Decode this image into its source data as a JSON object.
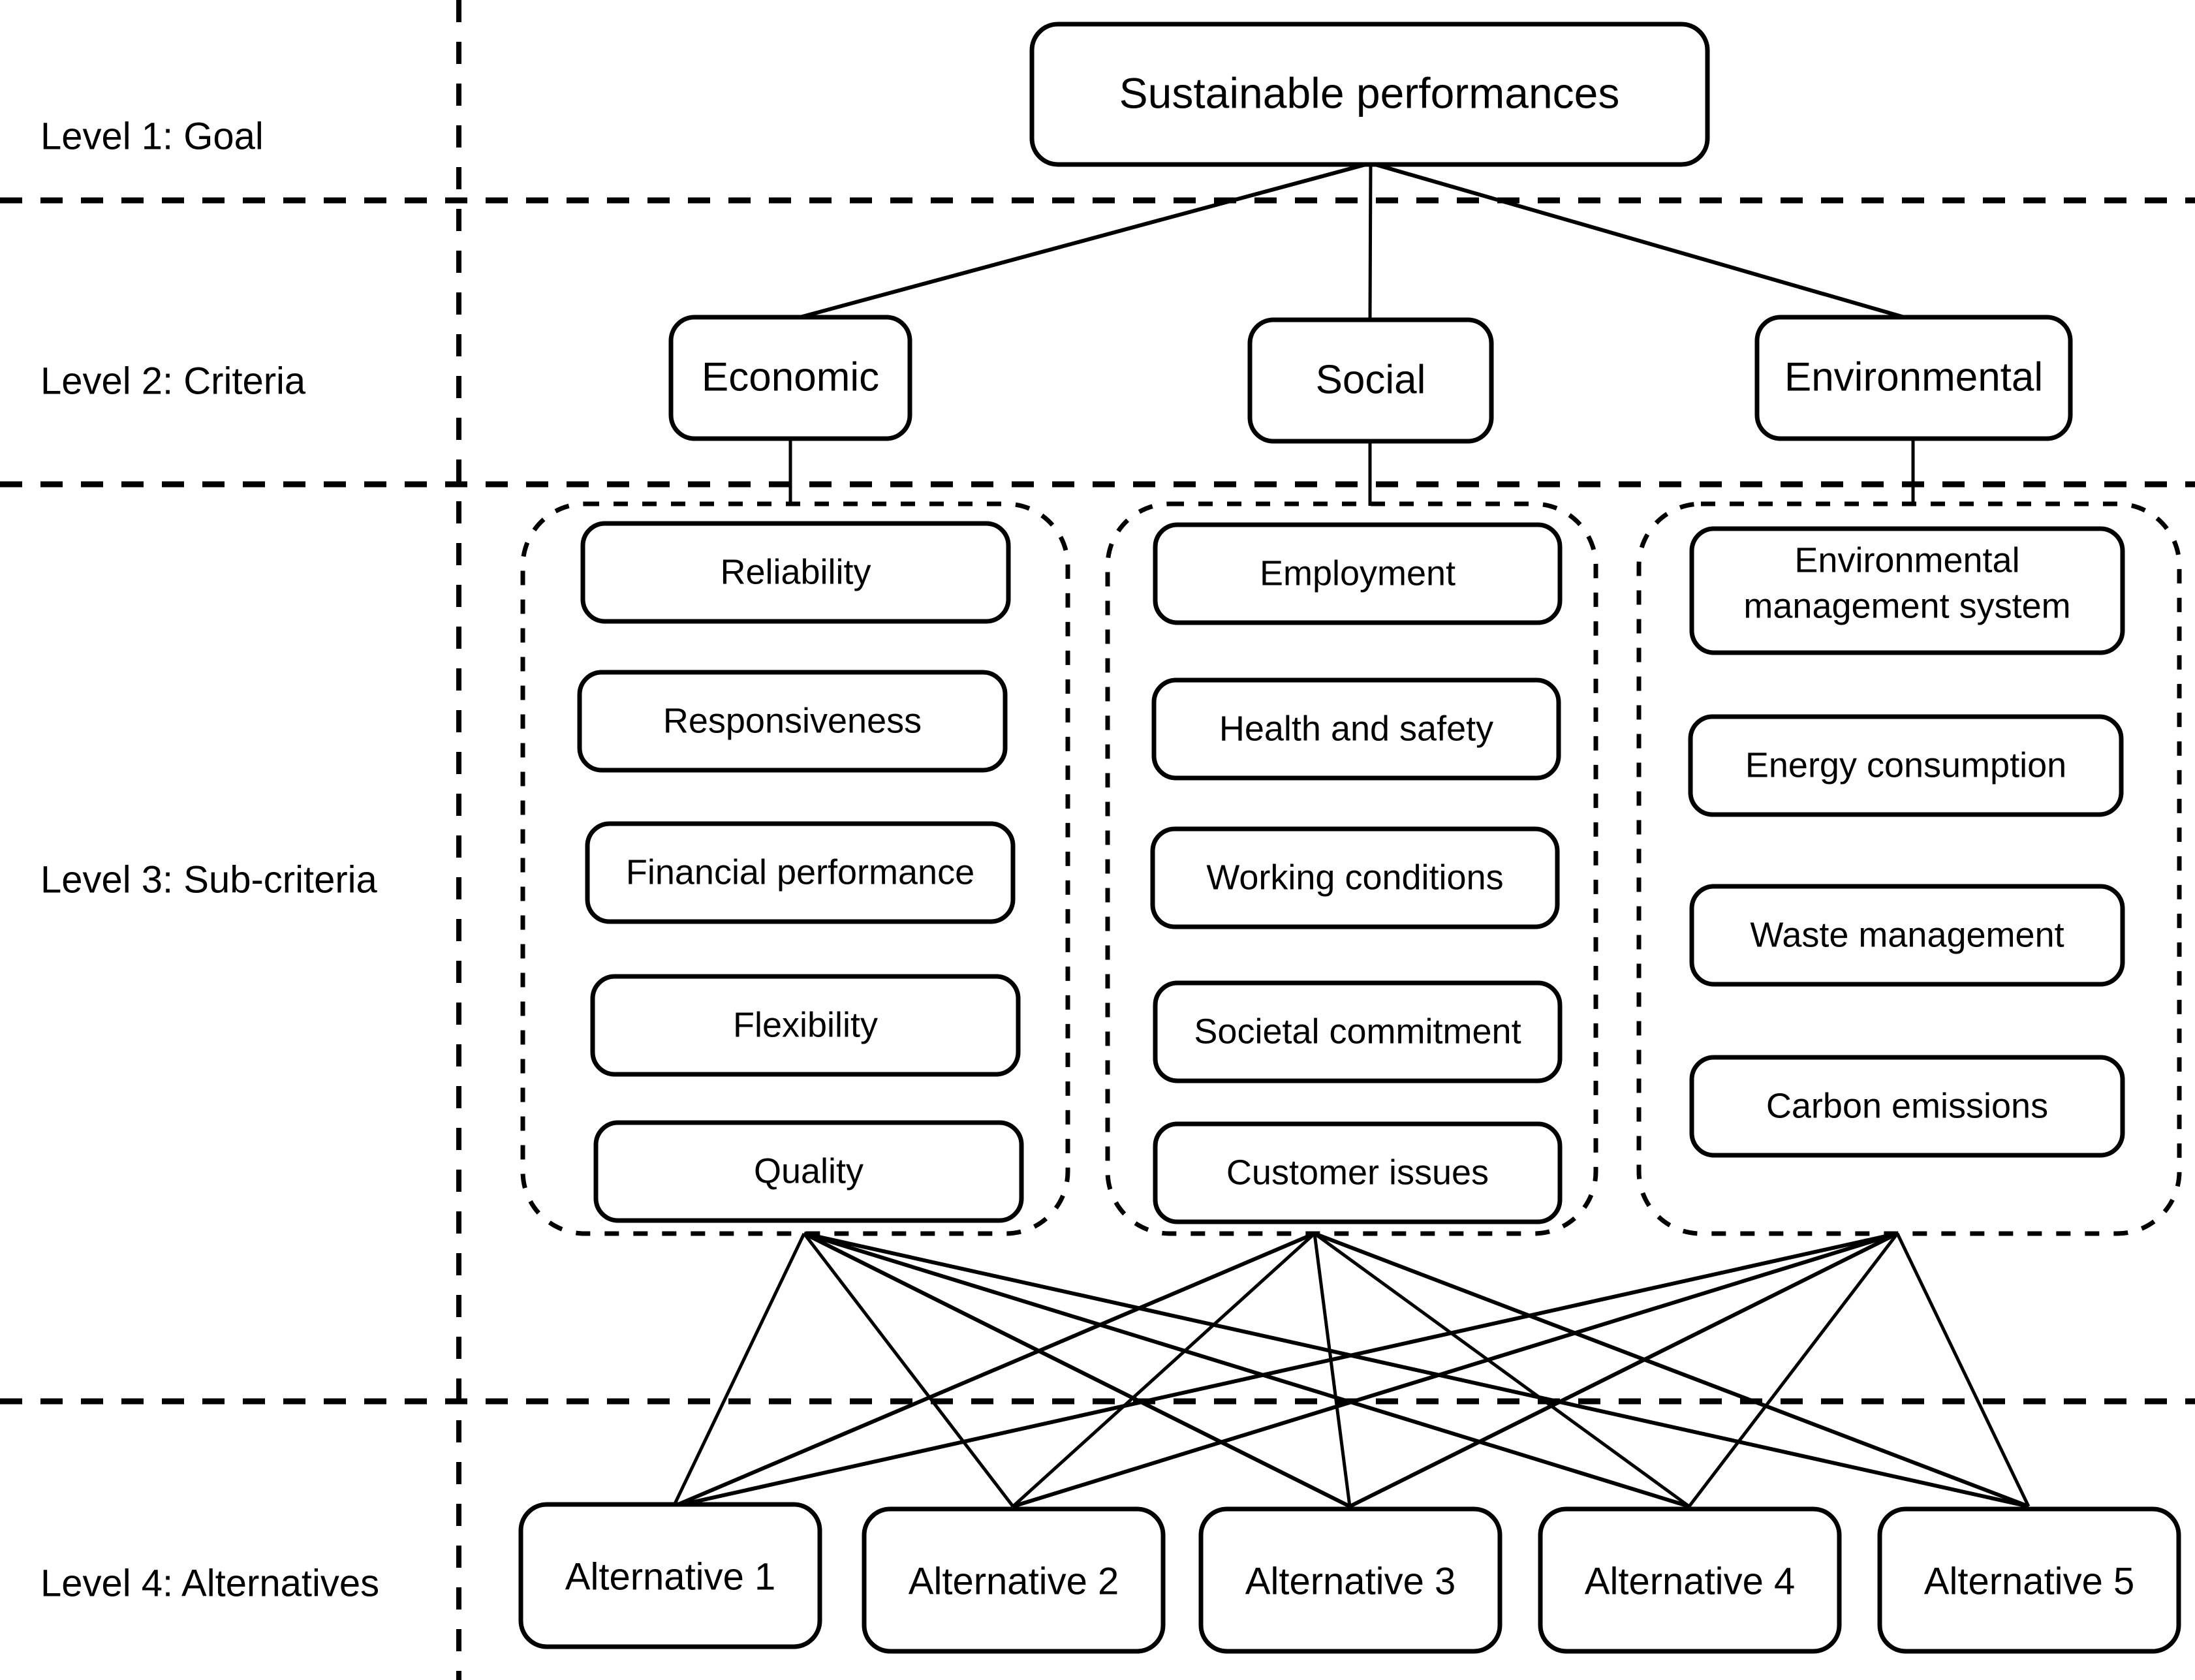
{
  "diagram": {
    "title_text": "Sustainable performances",
    "levels": [
      {
        "id": "level-1",
        "label": "Level 1: Goal"
      },
      {
        "id": "level-2",
        "label": "Level 2: Criteria"
      },
      {
        "id": "level-3",
        "label": "Level 3: Sub-criteria"
      },
      {
        "id": "level-4",
        "label": "Level 4: Alternatives"
      }
    ],
    "goal": {
      "label": "Sustainable performances"
    },
    "criteria": [
      {
        "id": "criterion-economic",
        "label": "Economic"
      },
      {
        "id": "criterion-social",
        "label": "Social"
      },
      {
        "id": "criterion-environmental",
        "label": "Environmental"
      }
    ],
    "subcriteria_groups": [
      {
        "id": "group-economic",
        "parent": "Economic",
        "items": [
          {
            "label": "Reliability"
          },
          {
            "label": "Responsiveness"
          },
          {
            "label": "Financial performance"
          },
          {
            "label": "Flexibility"
          },
          {
            "label": "Quality"
          }
        ]
      },
      {
        "id": "group-social",
        "parent": "Social",
        "items": [
          {
            "label": "Employment"
          },
          {
            "label": "Health and safety"
          },
          {
            "label": "Working conditions"
          },
          {
            "label": "Societal commitment"
          },
          {
            "label": "Customer issues"
          }
        ]
      },
      {
        "id": "group-environmental",
        "parent": "Environmental",
        "items": [
          {
            "label": "Environmental",
            "label2": "management system"
          },
          {
            "label": "Energy consumption"
          },
          {
            "label": "Waste management"
          },
          {
            "label": "Carbon emissions"
          }
        ]
      }
    ],
    "alternatives": [
      {
        "id": "alternative-1",
        "label": "Alternative 1"
      },
      {
        "id": "alternative-2",
        "label": "Alternative 2"
      },
      {
        "id": "alternative-3",
        "label": "Alternative 3"
      },
      {
        "id": "alternative-4",
        "label": "Alternative 4"
      },
      {
        "id": "alternative-5",
        "label": "Alternative 5"
      }
    ],
    "colors": {
      "stroke": "#000000",
      "background": "#ffffff",
      "text": "#000000"
    }
  }
}
